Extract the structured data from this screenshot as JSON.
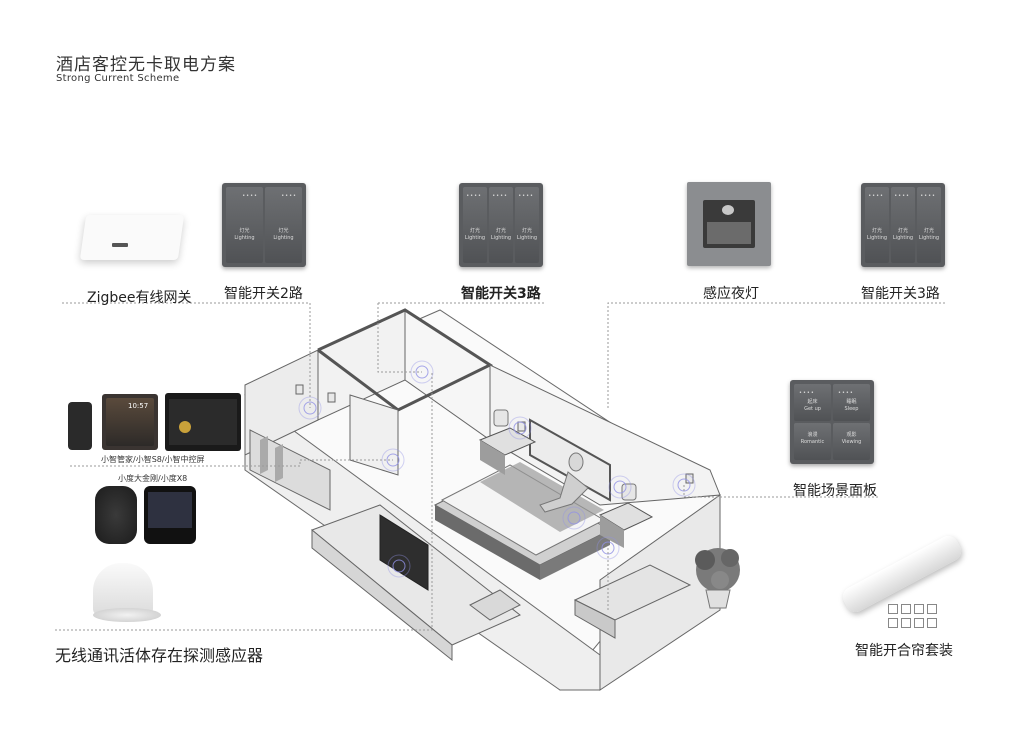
{
  "header": {
    "title": "酒店客控无卡取电方案",
    "subtitle": "Strong Current Scheme"
  },
  "devices": {
    "gateway": "Zigbee有线网关",
    "switch2": "智能开关2路",
    "switch3_center": "智能开关3路",
    "night_light": "感应夜灯",
    "switch3_right": "智能开关3路",
    "scene_panel": "智能场景面板",
    "curtain": "智能开合帘套装",
    "screens": "小智管家/小智S8/小智中控屏",
    "speakers": "小度大金刚/小度X8",
    "sensor": "无线通讯活体存在探测感应器"
  },
  "key_text": {
    "light_cn": "灯光",
    "light_en": "Lighting",
    "dots": "••••"
  },
  "scene_keys": {
    "k1_cn": "起床",
    "k1_en": "Get up",
    "k2_cn": "睡眠",
    "k2_en": "Sleep",
    "k3_cn": "浪漫",
    "k3_en": "Romantic",
    "k4_cn": "观影",
    "k4_en": "Viewing"
  },
  "screen_time": "10:57",
  "colors": {
    "panel_dark": "#5a5c5f",
    "wall": "#f4f4f4",
    "line": "#555555",
    "signal": "#8d8de0"
  }
}
